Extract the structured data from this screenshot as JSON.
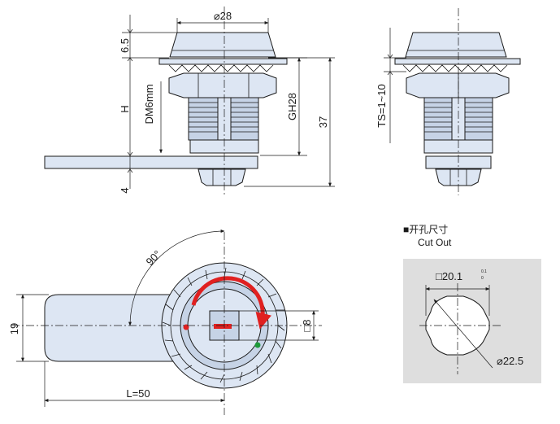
{
  "side_view": {
    "dim_top_diameter": "⌀28",
    "dim_cap_height": "6.5",
    "dim_h": "H",
    "dim_thread": "DM6mm",
    "dim_grip": "GH28",
    "dim_total": "37",
    "dim_bottom": "4"
  },
  "end_view": {
    "dim_thickness": "TS=1~10"
  },
  "front_view": {
    "dim_angle": "90°",
    "dim_height": "19",
    "dim_square": "□8",
    "dim_length": "L=50"
  },
  "cutout": {
    "title_cn": "■开孔尺寸",
    "title_en": "Cut Out",
    "dim_square_main": "□20.1",
    "dim_square_tol_upper": "0.1",
    "dim_square_tol_lower": "0",
    "dim_diameter": "⌀22.5"
  },
  "colors": {
    "part_fill": "#dde6f3",
    "cutout_panel": "#dedede",
    "rotation_arrow": "#e02020",
    "lock_marker": "#e02020",
    "unlock_marker": "#1d9a3a"
  }
}
